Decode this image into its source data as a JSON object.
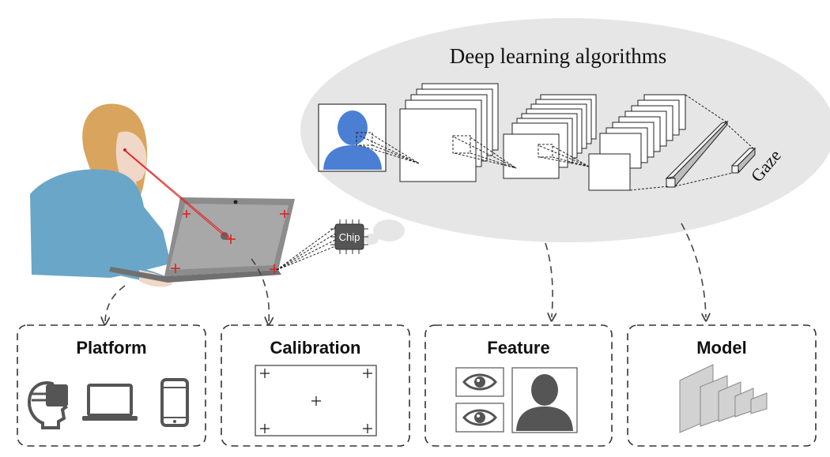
{
  "bubble": {
    "title": "Deep learning algorithms",
    "output_label": "Gaze"
  },
  "chip": {
    "label": "Chip"
  },
  "boxes": {
    "platform": "Platform",
    "calibration": "Calibration",
    "feature": "Feature",
    "model": "Model"
  },
  "colors": {
    "bubble": "#e6e6e6",
    "accent_person": "#4a7fd4",
    "gaze_line": "#e02020",
    "shirt": "#6aa6c7",
    "hair": "#d9a45e",
    "icon_gray": "#555555",
    "dashed": "#444444"
  }
}
